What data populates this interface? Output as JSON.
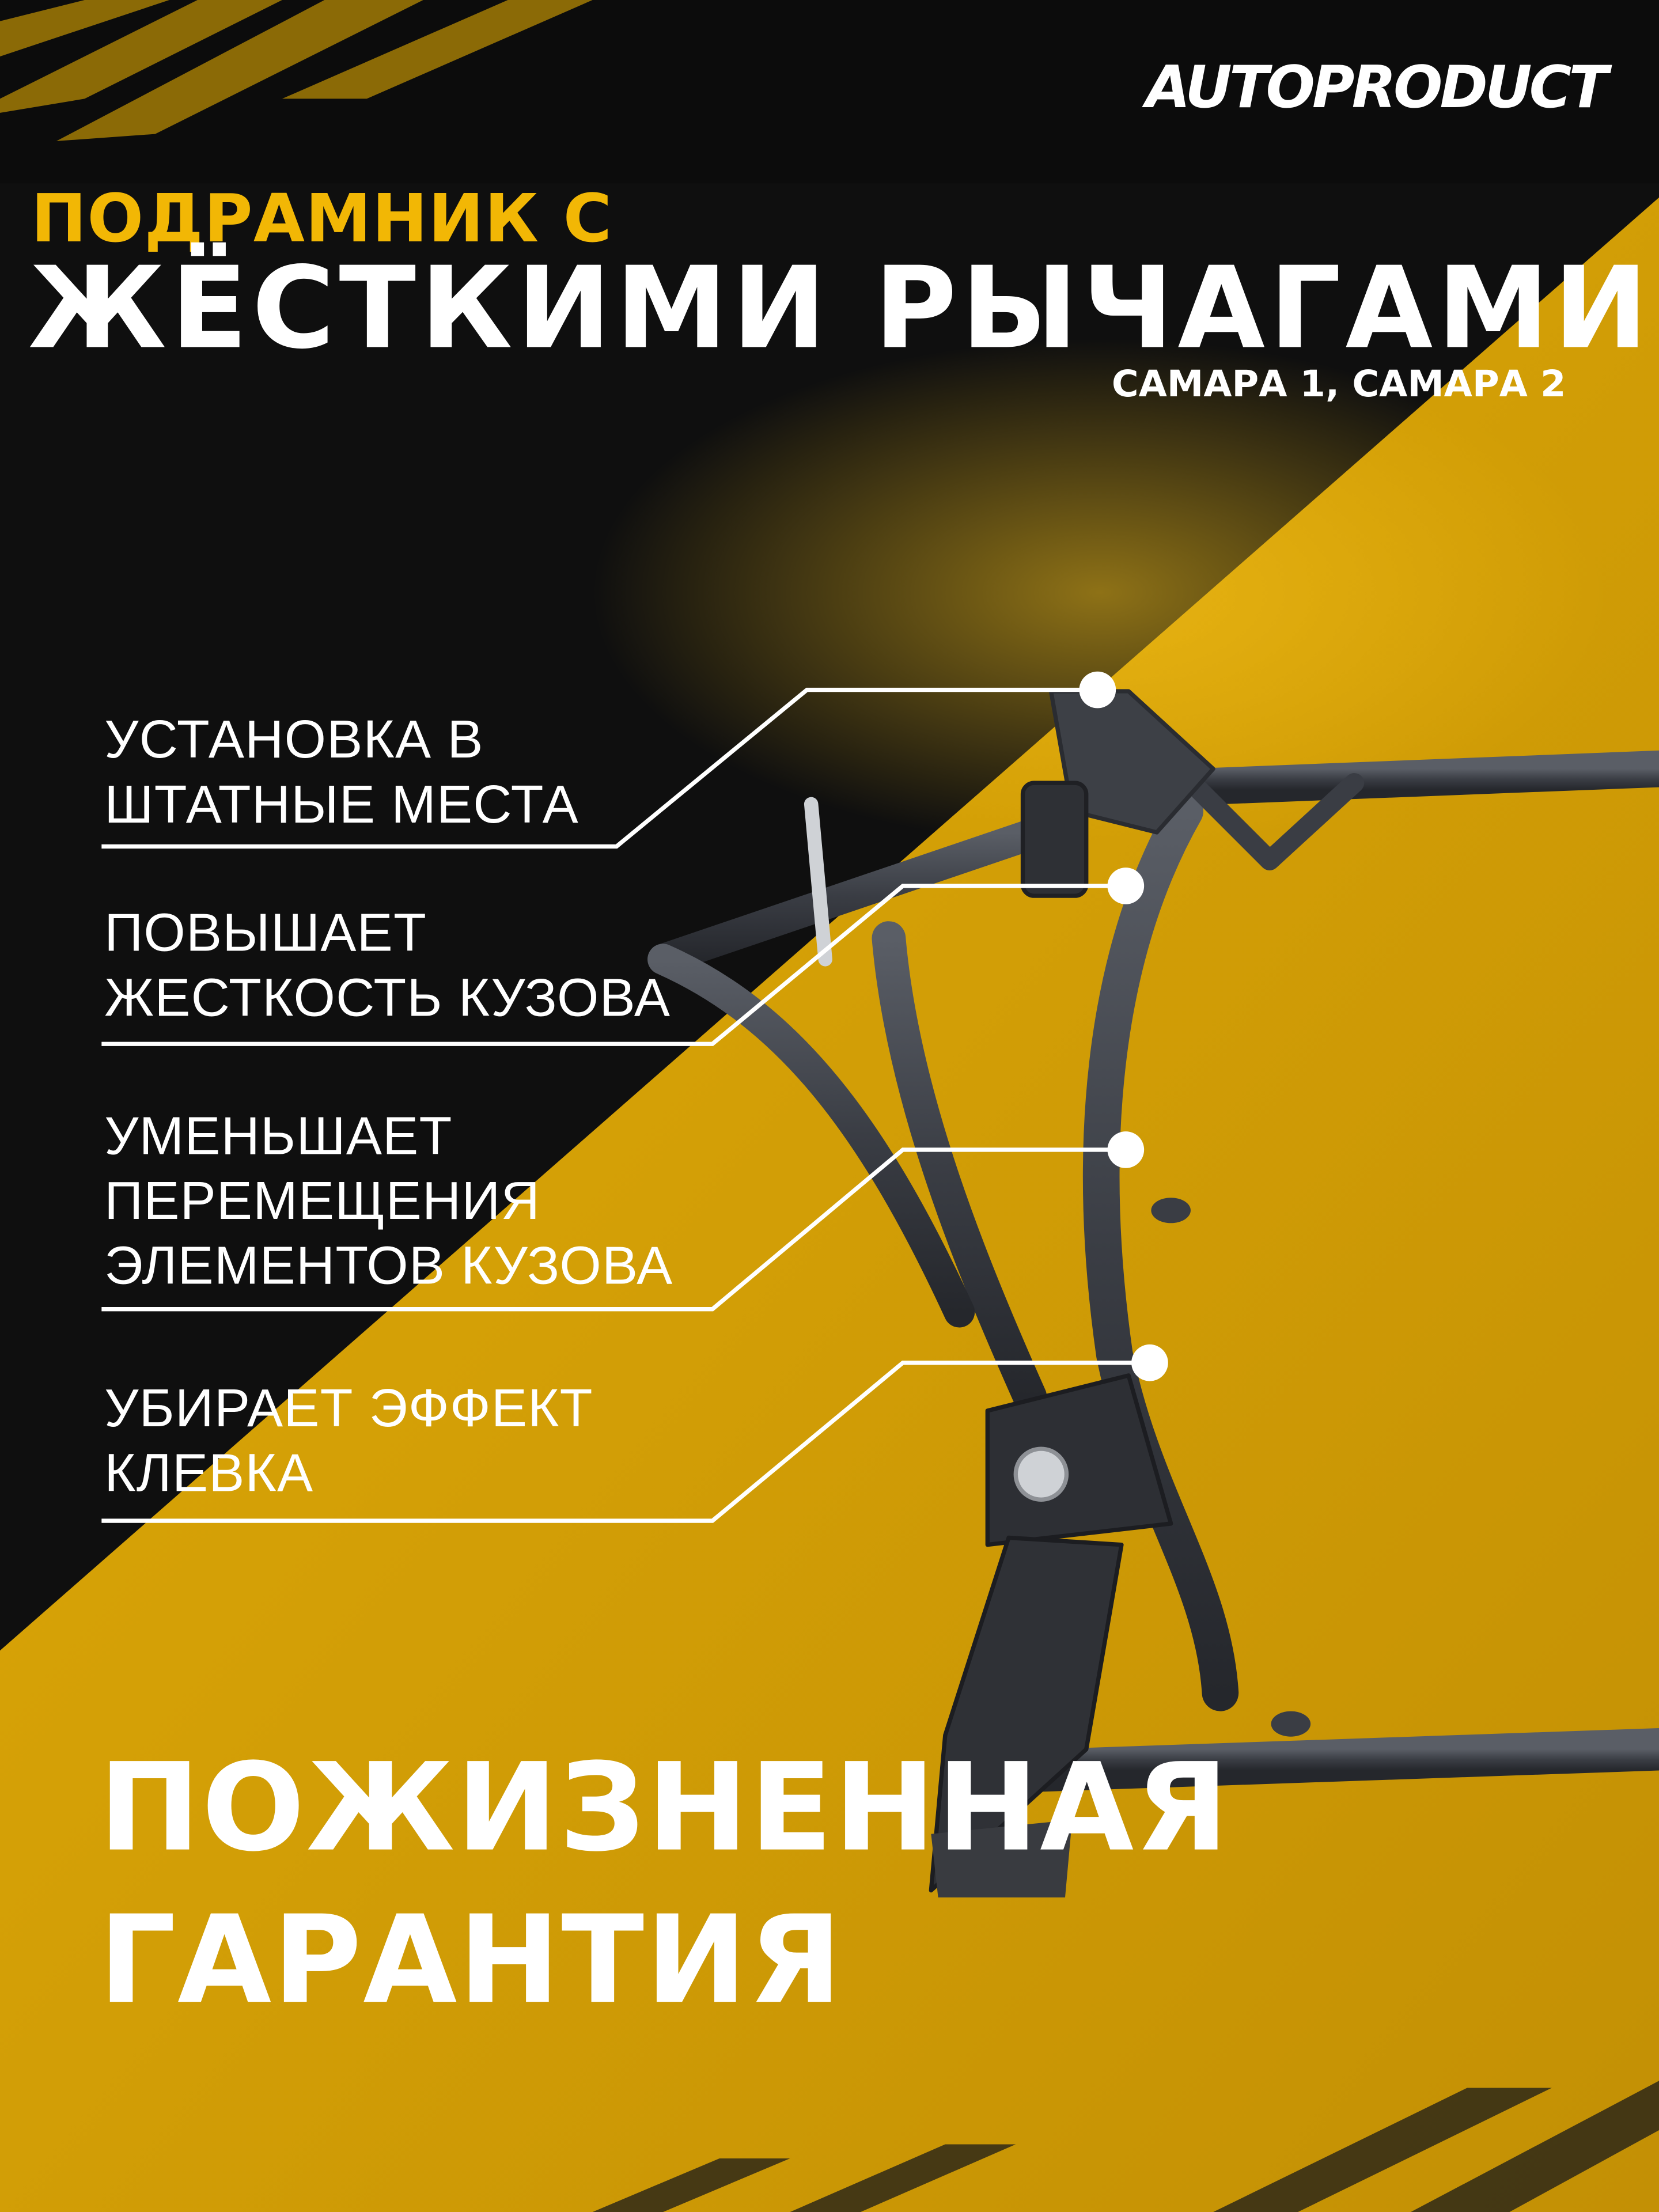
{
  "brand": {
    "logo_text": "AUTOPRODUCT"
  },
  "headline": {
    "line1": "ПОДРАМНИК С",
    "line2": "ЖЁСТКИМИ РЫЧАГАМИ",
    "models": "САМАРА 1, САМАРА 2"
  },
  "features": [
    {
      "line1": "УСТАНОВКА В",
      "line2": "ШТАТНЫЕ МЕСТА"
    },
    {
      "line1": "ПОВЫШАЕТ",
      "line2": "ЖЕСТКОСТЬ КУЗОВА"
    },
    {
      "line1": "УМЕНЬШАЕТ",
      "line2": "ПЕРЕМЕЩЕНИЯ",
      "line3": "ЭЛЕМЕНТОВ КУЗОВА"
    },
    {
      "line1": "УБИРАЕТ ЭФФЕКТ",
      "line2": "КЛЕВКА"
    }
  ],
  "warranty": {
    "line1": "ПОЖИЗНЕННАЯ",
    "line2": "ГАРАНТИЯ"
  },
  "colors": {
    "accent": "#f2b705",
    "background": "#0e0e0e",
    "diagonal_yellow": "#c99a06",
    "frame_metal": "#3d4046"
  },
  "image": {
    "subject": "subframe-with-rigid-arms"
  }
}
